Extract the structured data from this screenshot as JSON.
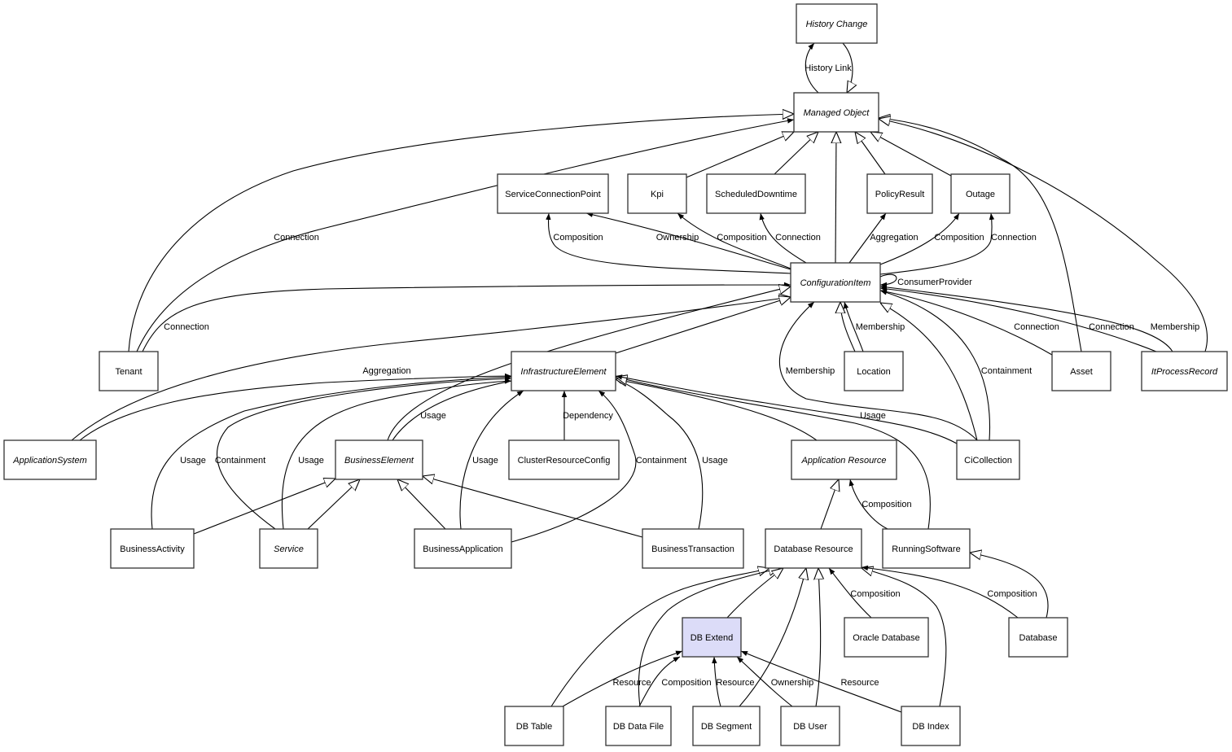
{
  "diagram": {
    "title": "Managed Object class diagram",
    "highlight_color": "#dcdcf8",
    "node_fill": "#ffffff",
    "nodes": [
      {
        "id": "historychange",
        "label": "History Change",
        "italic": true
      },
      {
        "id": "managedobject",
        "label": "Managed Object",
        "italic": true
      },
      {
        "id": "scp",
        "label": "ServiceConnectionPoint",
        "italic": false
      },
      {
        "id": "kpi",
        "label": "Kpi",
        "italic": false
      },
      {
        "id": "scheduled",
        "label": "ScheduledDowntime",
        "italic": false
      },
      {
        "id": "policy",
        "label": "PolicyResult",
        "italic": false
      },
      {
        "id": "outage",
        "label": "Outage",
        "italic": false
      },
      {
        "id": "ci",
        "label": "ConfigurationItem",
        "italic": true
      },
      {
        "id": "tenant",
        "label": "Tenant",
        "italic": false
      },
      {
        "id": "infra",
        "label": "InfrastructureElement",
        "italic": true
      },
      {
        "id": "location",
        "label": "Location",
        "italic": false
      },
      {
        "id": "asset",
        "label": "Asset",
        "italic": false
      },
      {
        "id": "itprocess",
        "label": "ItProcessRecord",
        "italic": true
      },
      {
        "id": "appsystem",
        "label": "ApplicationSystem",
        "italic": true
      },
      {
        "id": "bizelement",
        "label": "BusinessElement",
        "italic": true
      },
      {
        "id": "cluster",
        "label": "ClusterResourceConfig",
        "italic": false
      },
      {
        "id": "appres",
        "label": "Application Resource",
        "italic": true
      },
      {
        "id": "cicollection",
        "label": "CiCollection",
        "italic": false
      },
      {
        "id": "bizactivity",
        "label": "BusinessActivity",
        "italic": false
      },
      {
        "id": "service",
        "label": "Service",
        "italic": true
      },
      {
        "id": "bizapp",
        "label": "BusinessApplication",
        "italic": false
      },
      {
        "id": "biztrans",
        "label": "BusinessTransaction",
        "italic": false
      },
      {
        "id": "dbres",
        "label": "Database Resource",
        "italic": false
      },
      {
        "id": "running",
        "label": "RunningSoftware",
        "italic": false
      },
      {
        "id": "dbextend",
        "label": "DB Extend",
        "italic": false,
        "highlighted": true
      },
      {
        "id": "oracle",
        "label": "Oracle Database",
        "italic": false
      },
      {
        "id": "database",
        "label": "Database",
        "italic": false
      },
      {
        "id": "dbtable",
        "label": "DB Table",
        "italic": false
      },
      {
        "id": "dbdatafile",
        "label": "DB Data File",
        "italic": false
      },
      {
        "id": "dbsegment",
        "label": "DB Segment",
        "italic": false
      },
      {
        "id": "dbuser",
        "label": "DB User",
        "italic": false
      },
      {
        "id": "dbindex",
        "label": "DB Index",
        "italic": false
      }
    ],
    "edges": [
      {
        "from": "managedobject",
        "to": "historychange",
        "type": "association",
        "label": "History Link"
      },
      {
        "from": "historychange",
        "to": "managedobject",
        "type": "inheritance",
        "label": ""
      },
      {
        "from": "tenant",
        "to": "managedobject",
        "type": "inheritance",
        "label": ""
      },
      {
        "from": "tenant",
        "to": "managedobject",
        "type": "association",
        "label": "Connection"
      },
      {
        "from": "kpi",
        "to": "managedobject",
        "type": "inheritance",
        "label": ""
      },
      {
        "from": "scheduled",
        "to": "managedobject",
        "type": "inheritance",
        "label": ""
      },
      {
        "from": "ci",
        "to": "managedobject",
        "type": "inheritance",
        "label": ""
      },
      {
        "from": "policy",
        "to": "managedobject",
        "type": "inheritance",
        "label": ""
      },
      {
        "from": "outage",
        "to": "managedobject",
        "type": "inheritance",
        "label": ""
      },
      {
        "from": "asset",
        "to": "managedobject",
        "type": "inheritance",
        "label": ""
      },
      {
        "from": "itprocess",
        "to": "managedobject",
        "type": "inheritance",
        "label": ""
      },
      {
        "from": "ci",
        "to": "scp",
        "type": "association",
        "label": "Composition"
      },
      {
        "from": "ci",
        "to": "scp",
        "type": "association",
        "label": "Ownership"
      },
      {
        "from": "ci",
        "to": "kpi",
        "type": "association",
        "label": "Composition"
      },
      {
        "from": "ci",
        "to": "scheduled",
        "type": "association",
        "label": "Connection"
      },
      {
        "from": "ci",
        "to": "policy",
        "type": "association",
        "label": "Aggregation"
      },
      {
        "from": "ci",
        "to": "outage",
        "type": "association",
        "label": "Composition"
      },
      {
        "from": "ci",
        "to": "outage",
        "type": "association",
        "label": "Connection"
      },
      {
        "from": "ci",
        "to": "ci",
        "type": "association",
        "label": "ConsumerProvider"
      },
      {
        "from": "tenant",
        "to": "ci",
        "type": "association",
        "label": "Connection"
      },
      {
        "from": "appsystem",
        "to": "ci",
        "type": "inheritance",
        "label": ""
      },
      {
        "from": "bizelement",
        "to": "ci",
        "type": "inheritance",
        "label": ""
      },
      {
        "from": "infra",
        "to": "ci",
        "type": "inheritance",
        "label": ""
      },
      {
        "from": "cicollection",
        "to": "ci",
        "type": "association",
        "label": "Membership"
      },
      {
        "from": "location",
        "to": "ci",
        "type": "inheritance",
        "label": ""
      },
      {
        "from": "location",
        "to": "ci",
        "type": "association",
        "label": "Membership"
      },
      {
        "from": "cicollection",
        "to": "ci",
        "type": "inheritance",
        "label": ""
      },
      {
        "from": "cicollection",
        "to": "ci",
        "type": "association",
        "label": "Containment"
      },
      {
        "from": "asset",
        "to": "ci",
        "type": "association",
        "label": "Connection"
      },
      {
        "from": "itprocess",
        "to": "ci",
        "type": "association",
        "label": "Connection"
      },
      {
        "from": "itprocess",
        "to": "ci",
        "type": "association",
        "label": "Membership"
      },
      {
        "from": "appsystem",
        "to": "infra",
        "type": "association",
        "label": "Aggregation"
      },
      {
        "from": "bizactivity",
        "to": "infra",
        "type": "association",
        "label": "Usage"
      },
      {
        "from": "service",
        "to": "infra",
        "type": "association",
        "label": "Containment"
      },
      {
        "from": "service",
        "to": "infra",
        "type": "association",
        "label": "Usage"
      },
      {
        "from": "bizelement",
        "to": "infra",
        "type": "association",
        "label": "Usage"
      },
      {
        "from": "bizapp",
        "to": "infra",
        "type": "association",
        "label": "Usage"
      },
      {
        "from": "cluster",
        "to": "infra",
        "type": "association",
        "label": "Dependency"
      },
      {
        "from": "bizapp",
        "to": "infra",
        "type": "association",
        "label": "Containment"
      },
      {
        "from": "biztrans",
        "to": "infra",
        "type": "association",
        "label": "Usage"
      },
      {
        "from": "appres",
        "to": "infra",
        "type": "inheritance",
        "label": ""
      },
      {
        "from": "running",
        "to": "infra",
        "type": "inheritance",
        "label": ""
      },
      {
        "from": "cicollection",
        "to": "infra",
        "type": "association",
        "label": "Usage"
      },
      {
        "from": "bizactivity",
        "to": "bizelement",
        "type": "inheritance",
        "label": ""
      },
      {
        "from": "service",
        "to": "bizelement",
        "type": "inheritance",
        "label": ""
      },
      {
        "from": "bizapp",
        "to": "bizelement",
        "type": "inheritance",
        "label": ""
      },
      {
        "from": "biztrans",
        "to": "bizelement",
        "type": "inheritance",
        "label": ""
      },
      {
        "from": "dbres",
        "to": "appres",
        "type": "inheritance",
        "label": ""
      },
      {
        "from": "running",
        "to": "appres",
        "type": "association",
        "label": "Composition"
      },
      {
        "from": "database",
        "to": "running",
        "type": "inheritance",
        "label": ""
      },
      {
        "from": "dbtable",
        "to": "dbres",
        "type": "inheritance",
        "label": ""
      },
      {
        "from": "dbdatafile",
        "to": "dbres",
        "type": "inheritance",
        "label": ""
      },
      {
        "from": "dbextend",
        "to": "dbres",
        "type": "inheritance",
        "label": ""
      },
      {
        "from": "dbsegment",
        "to": "dbres",
        "type": "inheritance",
        "label": ""
      },
      {
        "from": "dbuser",
        "to": "dbres",
        "type": "inheritance",
        "label": ""
      },
      {
        "from": "oracle",
        "to": "dbres",
        "type": "association",
        "label": "Composition"
      },
      {
        "from": "dbindex",
        "to": "dbres",
        "type": "inheritance",
        "label": ""
      },
      {
        "from": "database",
        "to": "dbres",
        "type": "association",
        "label": "Composition"
      },
      {
        "from": "dbtable",
        "to": "dbextend",
        "type": "association",
        "label": "Resource"
      },
      {
        "from": "dbdatafile",
        "to": "dbextend",
        "type": "association",
        "label": "Composition"
      },
      {
        "from": "dbsegment",
        "to": "dbextend",
        "type": "association",
        "label": "Resource"
      },
      {
        "from": "dbuser",
        "to": "dbextend",
        "type": "association",
        "label": "Ownership"
      },
      {
        "from": "dbindex",
        "to": "dbextend",
        "type": "association",
        "label": "Resource"
      }
    ]
  }
}
